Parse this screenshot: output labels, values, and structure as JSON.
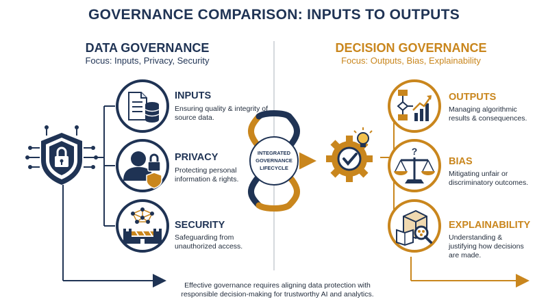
{
  "title": "GOVERNANCE COMPARISON: INPUTS TO OUTPUTS",
  "colors": {
    "navy": "#1f3354",
    "gold": "#c9861d"
  },
  "data_governance": {
    "title": "DATA GOVERNANCE",
    "focus": "Focus: Inputs, Privacy, Security",
    "main_icon": "shield-lock-circuit-icon",
    "items": [
      {
        "title": "INPUTS",
        "desc": "Ensuring quality & integrity of source data.",
        "icon": "document-database-icon"
      },
      {
        "title": "PRIVACY",
        "desc": "Protecting personal information & rights.",
        "icon": "person-lock-icon"
      },
      {
        "title": "SECURITY",
        "desc": "Safeguarding from unauthorized access.",
        "icon": "network-castle-icon"
      }
    ]
  },
  "decision_governance": {
    "title": "DECISION GOVERNANCE",
    "focus": "Focus: Outputs, Bias, Explainability",
    "main_icon": "gear-check-lightbulb-icon",
    "items": [
      {
        "title": "OUTPUTS",
        "desc": "Managing algorithmic results & consequences.",
        "icon": "flowchart-growth-icon"
      },
      {
        "title": "BIAS",
        "desc": "Mitigating unfair or discriminatory outcomes.",
        "icon": "balance-scale-icon"
      },
      {
        "title": "EXPLAINABILITY",
        "desc": "Understanding & justifying how decisions are made.",
        "icon": "box-magnifier-icon"
      }
    ]
  },
  "center": {
    "label_line1": "INTEGRATED",
    "label_line2": "GOVERNANCE",
    "label_line3": "LIFECYCLE"
  },
  "footer": "Effective governance requires aligning data protection with responsible decision-making for trustworthy AI and analytics."
}
